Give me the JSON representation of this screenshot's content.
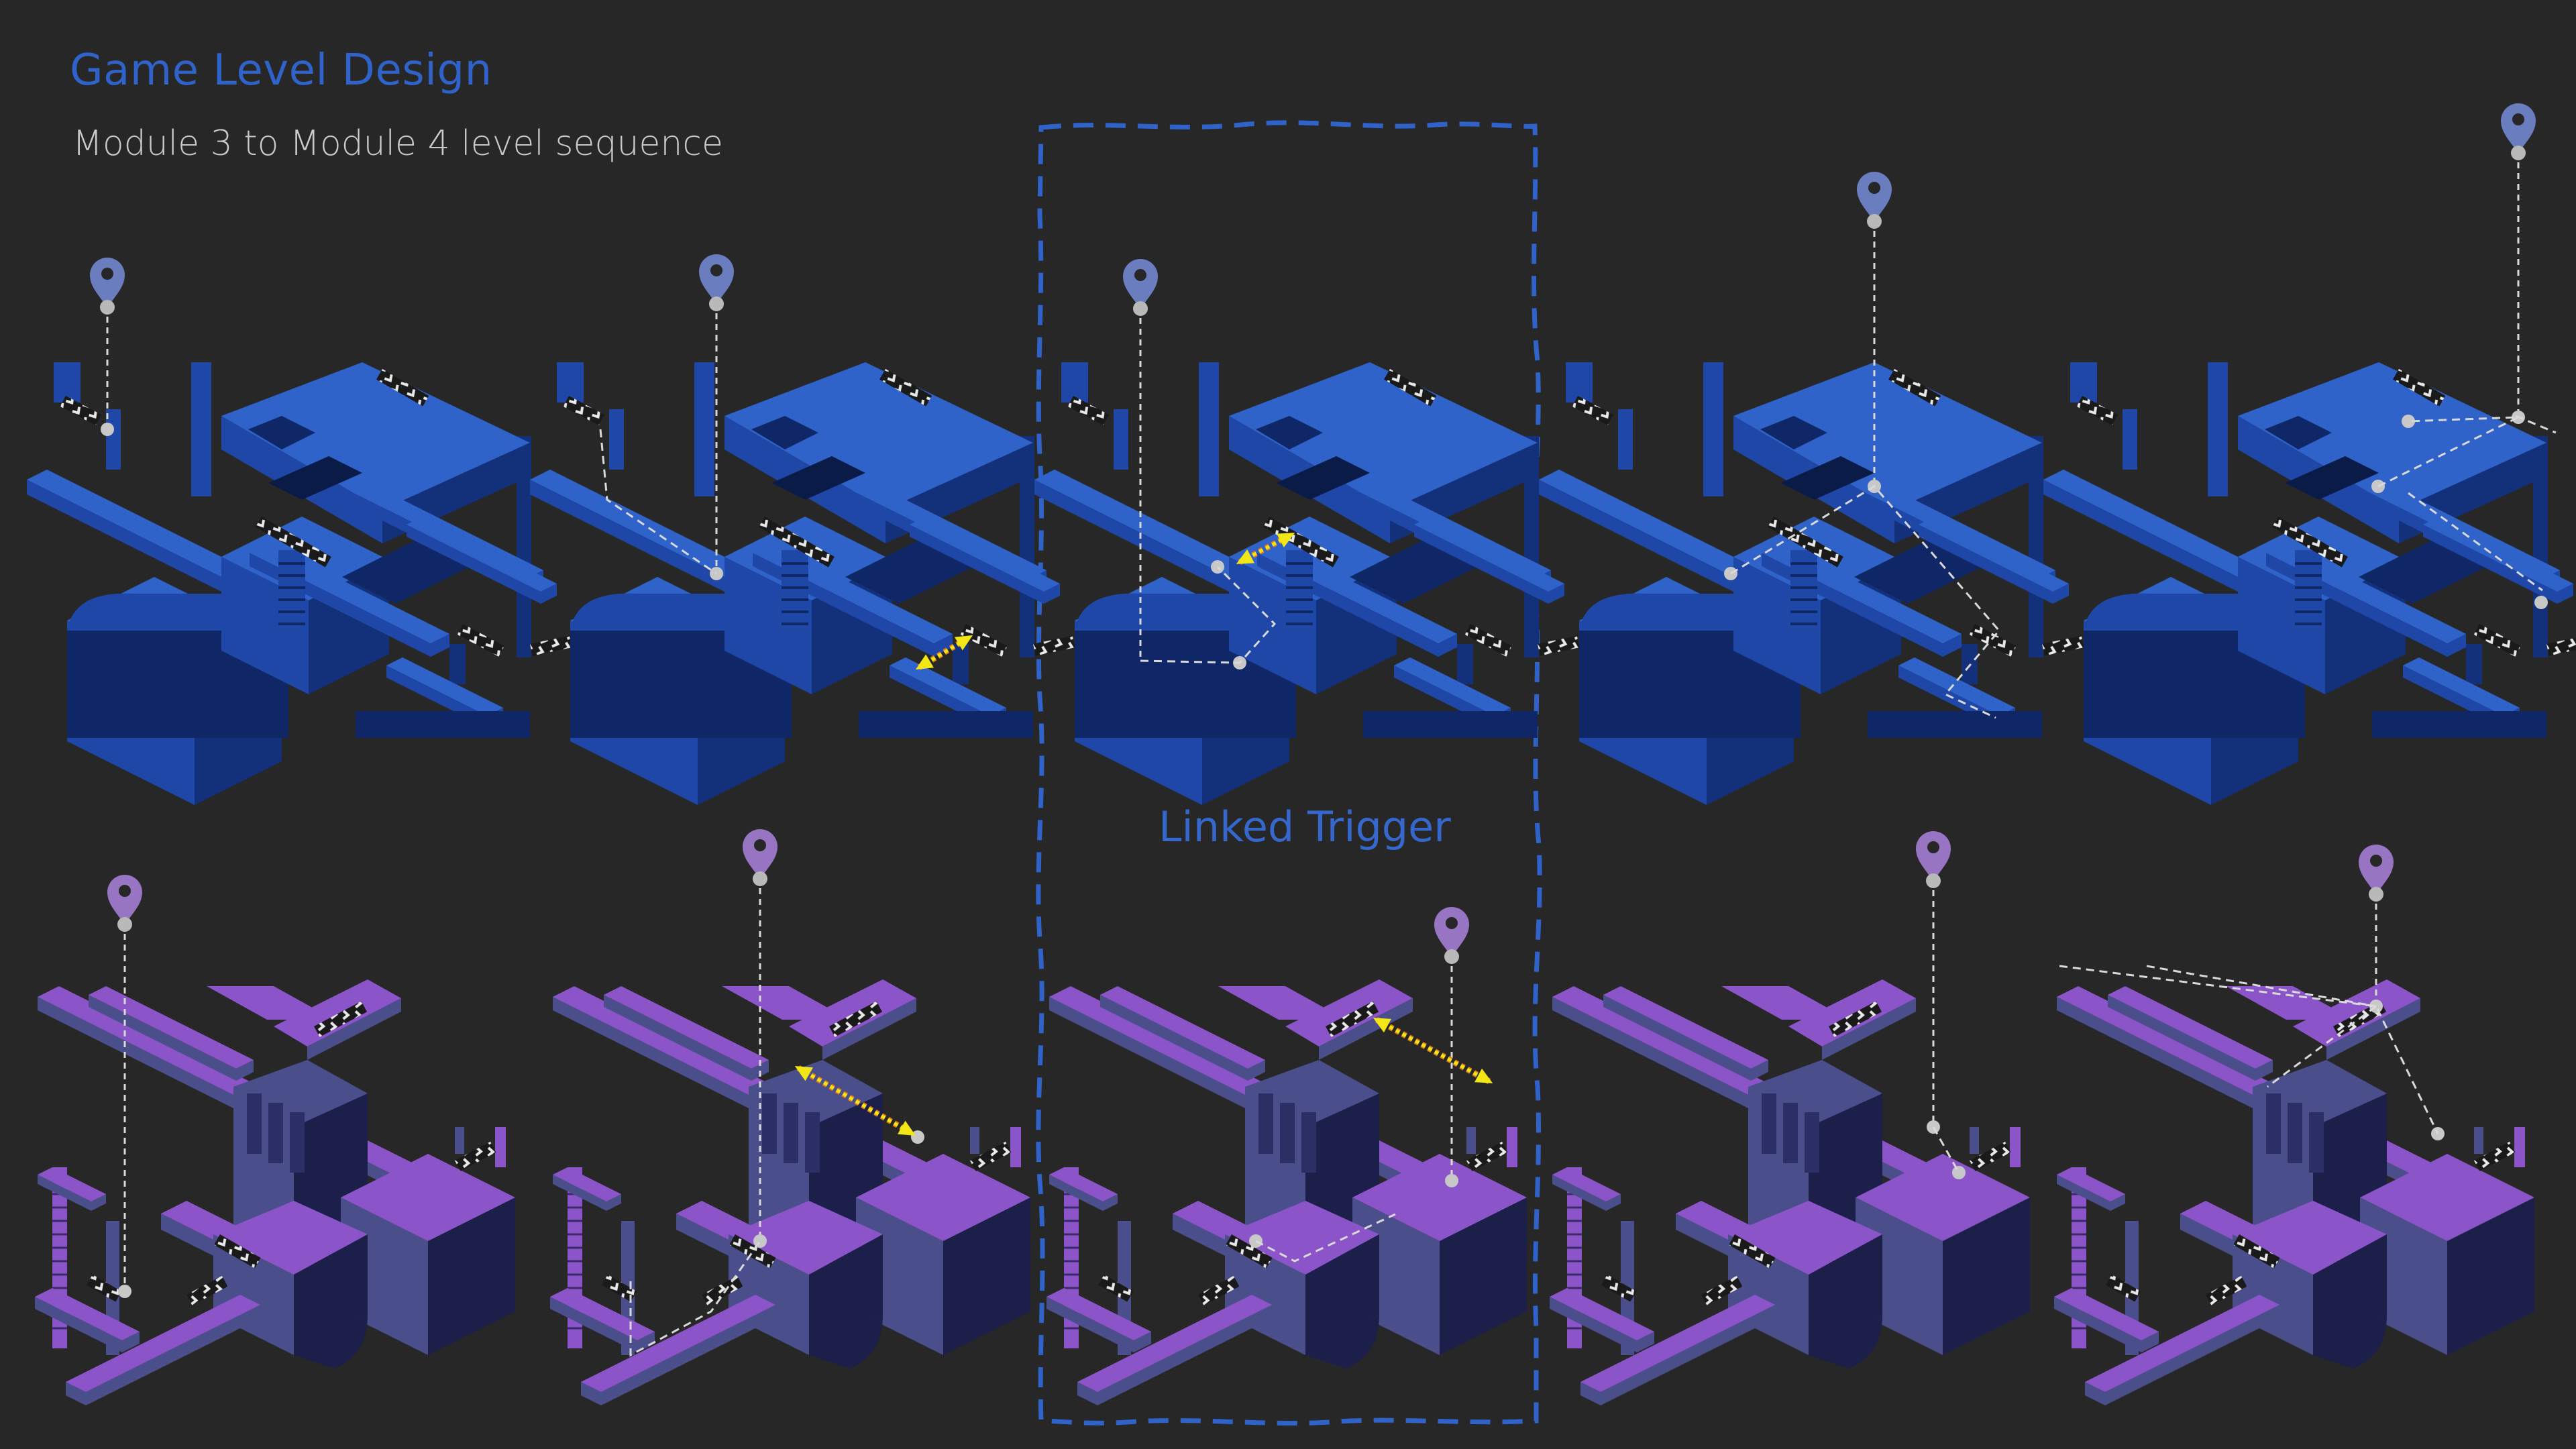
{
  "header": {
    "title": "Game Level Design",
    "subtitle": "Module 3 to Module 4 level sequence"
  },
  "highlight": {
    "label": "Linked Trigger",
    "frame_index": 2
  },
  "colors": {
    "background": "#272727",
    "title": "#2f63c9",
    "subtitle": "#c9c9c9",
    "blue_top": "#2f63c9",
    "blue_side_light": "#1e47a8",
    "blue_side_dark": "#13307a",
    "purple_top": "#8b55c9",
    "purple_side_light": "#4a4f8c",
    "purple_side_dark": "#1b1f4a",
    "marker_blue": "#6a7dbf",
    "marker_purple": "#9775c2",
    "path_line": "#d9d9d9",
    "trigger_arrow": "#f2e616",
    "dashed_frame": "#2f63c9"
  },
  "rows": [
    {
      "name": "module-3",
      "theme": "blue",
      "frame_count": 5
    },
    {
      "name": "module-4",
      "theme": "purple",
      "frame_count": 5
    }
  ],
  "icons": {
    "location": "map-pin-icon",
    "trigger": "double-arrow-icon",
    "stairs": "chevron-stairs-icon"
  }
}
